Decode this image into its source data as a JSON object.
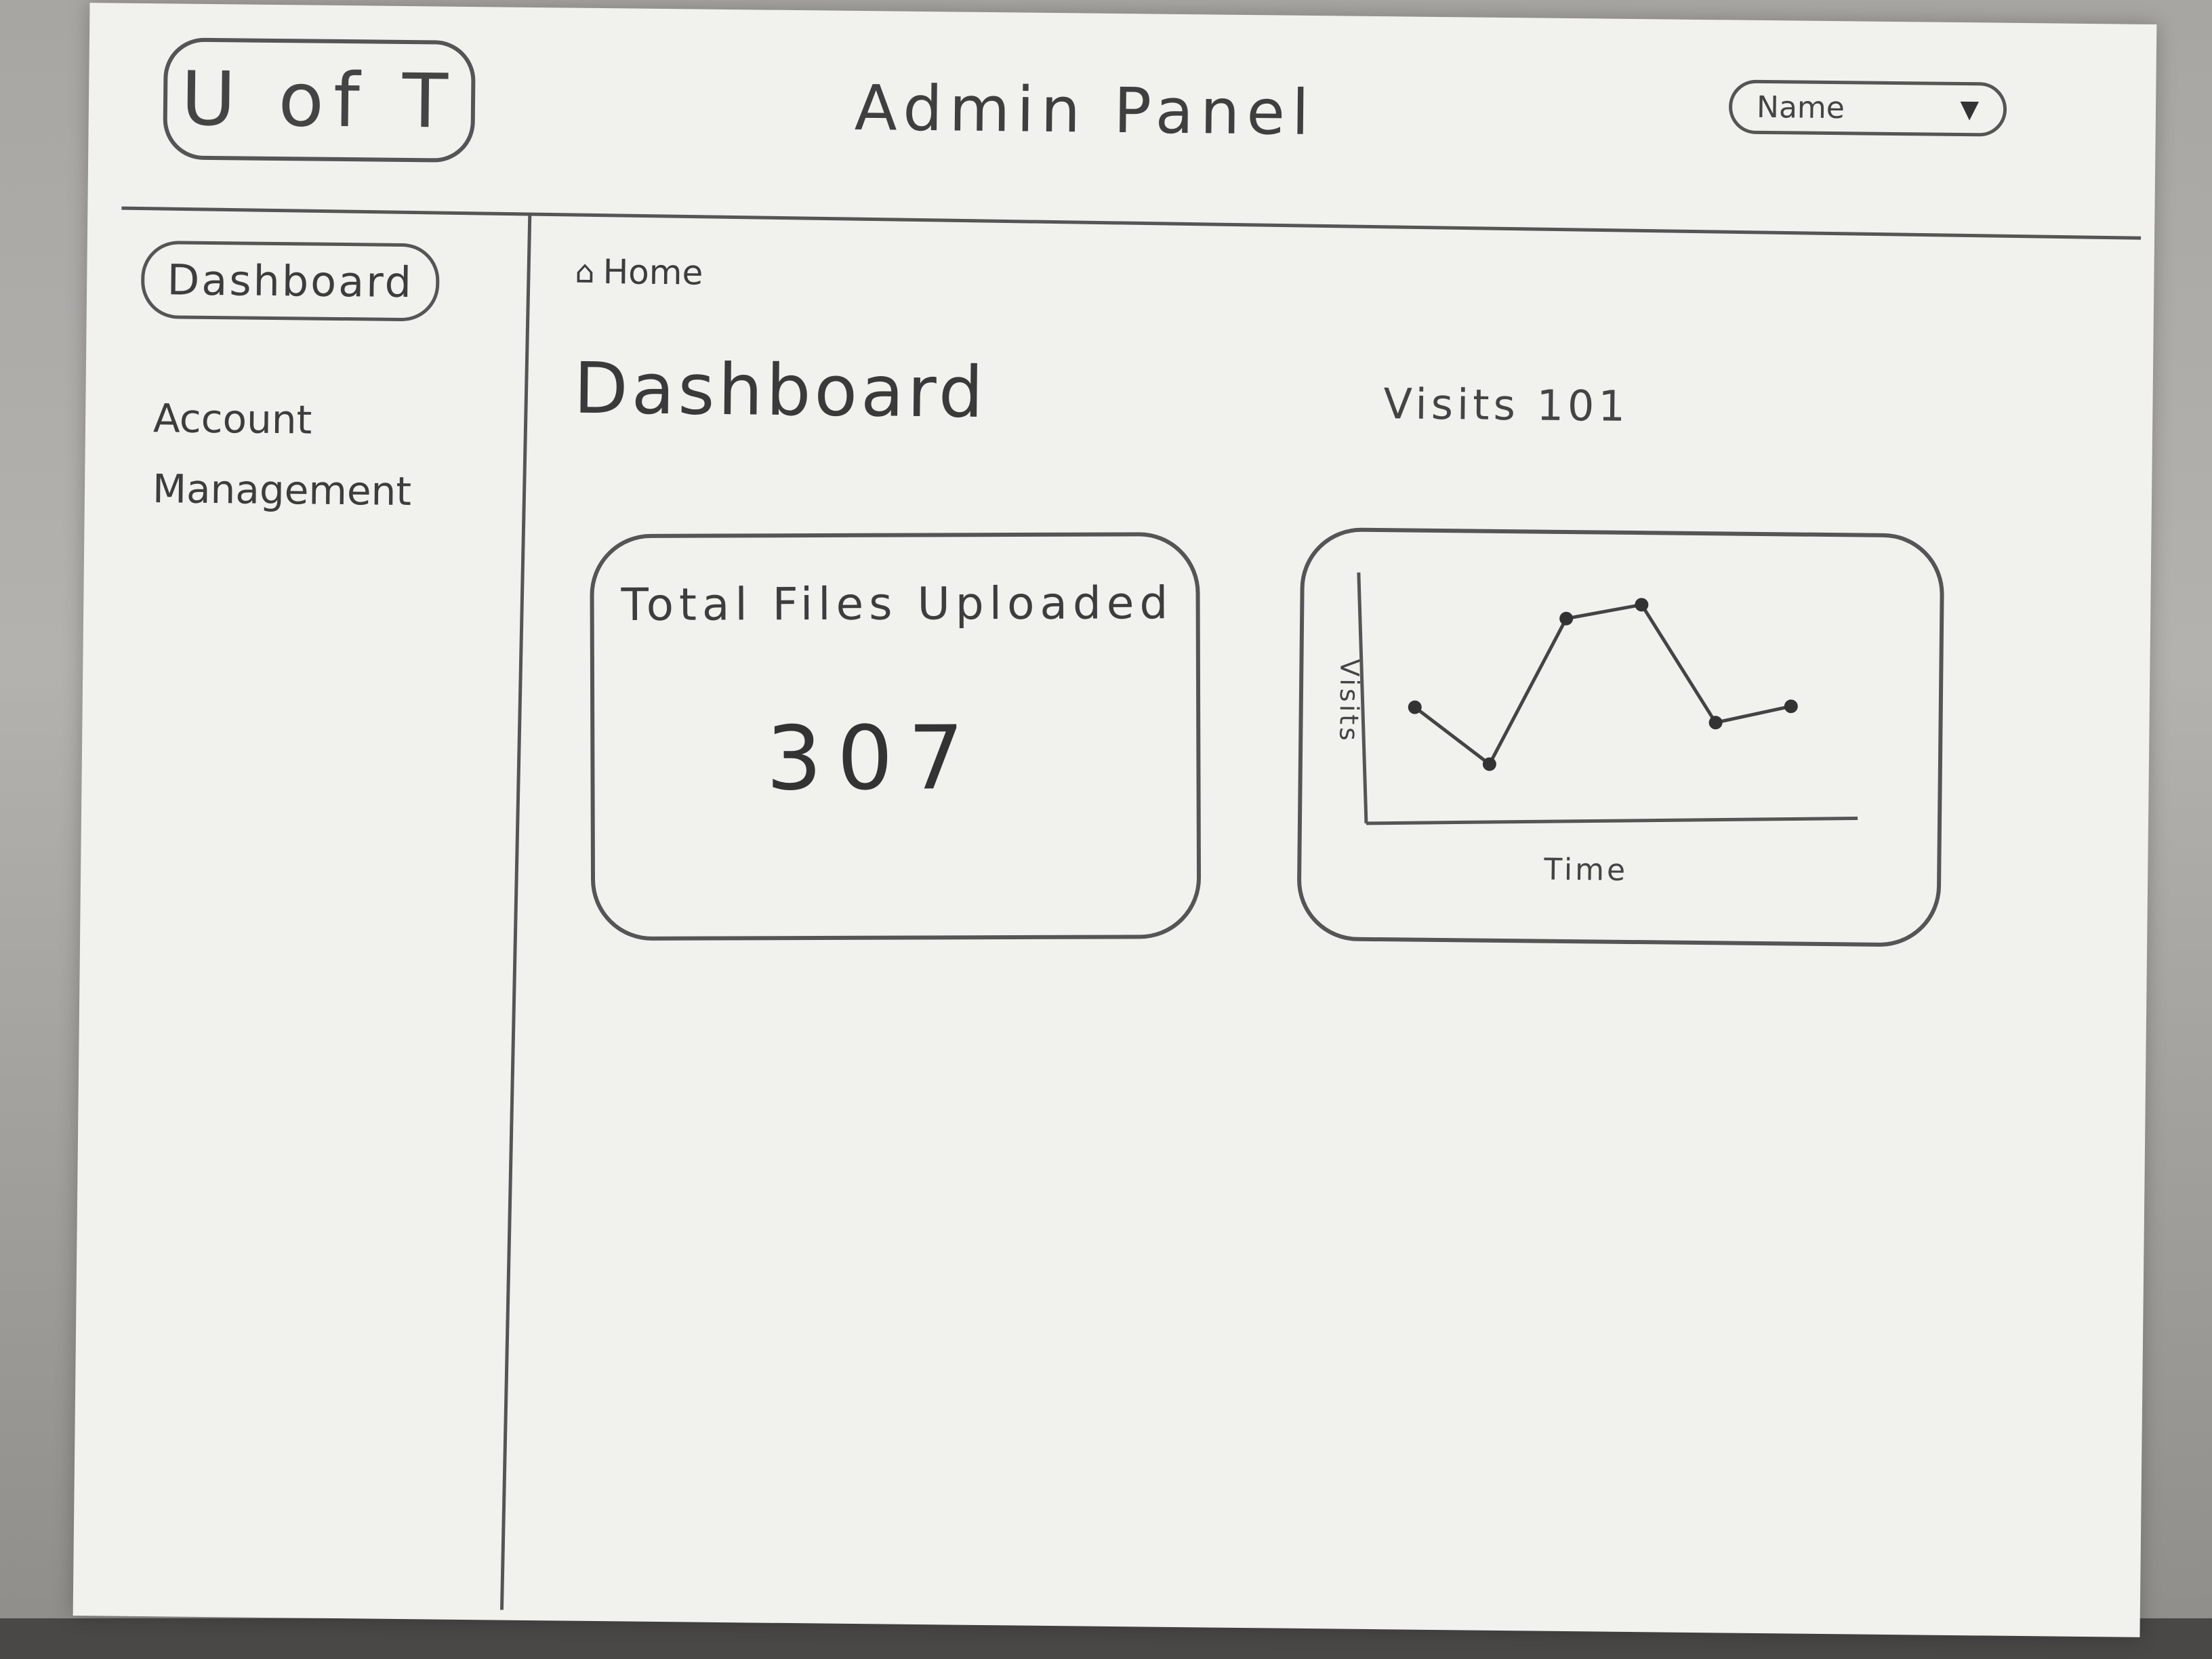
{
  "header": {
    "logo_text": "U of T",
    "app_title": "Admin Panel",
    "user_menu_label": "Name"
  },
  "sidebar": {
    "items": [
      {
        "label": "Dashboard",
        "active": true
      },
      {
        "label": "Account Management",
        "active": false
      }
    ]
  },
  "main": {
    "breadcrumb": "Home",
    "page_title": "Dashboard",
    "visits_summary": "Visits 101",
    "files_card": {
      "title": "Total Files Uploaded",
      "value": "307"
    },
    "visits_chart": {
      "xlabel": "Time",
      "ylabel": "Visits"
    }
  },
  "chart_data": {
    "type": "line",
    "xlabel": "Time",
    "ylabel": "Visits",
    "x": [
      1,
      2,
      3,
      4,
      5,
      6
    ],
    "values": [
      45,
      22,
      82,
      88,
      40,
      47
    ],
    "ylim": [
      0,
      100
    ],
    "grid": false
  },
  "colors": {
    "paper": "#f1f1ee",
    "ink": "#555555"
  }
}
